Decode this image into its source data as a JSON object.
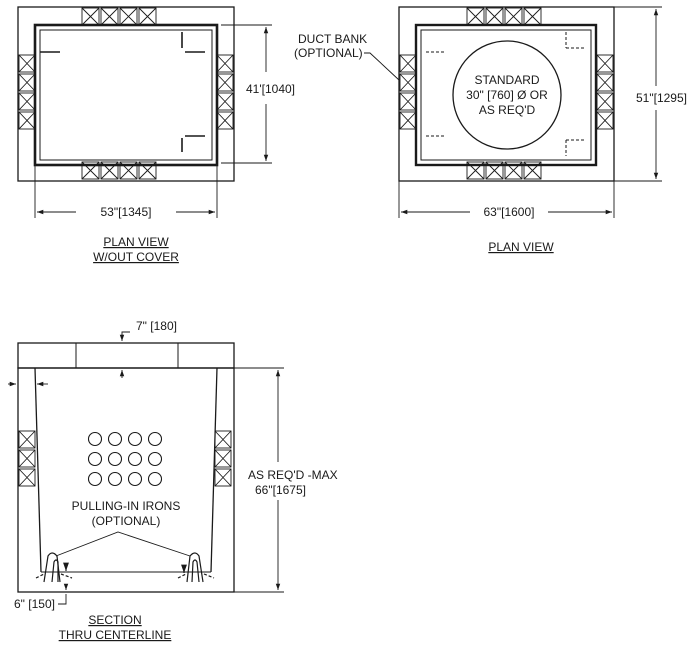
{
  "plan_without_cover": {
    "width_dim": "53\"[1345]",
    "height_dim": "41'[1040]",
    "caption_line1": "PLAN VIEW",
    "caption_line2": "W/OUT COVER"
  },
  "plan_view": {
    "duct_bank_line1": "DUCT BANK",
    "duct_bank_line2": "(OPTIONAL)",
    "cover_line1": "STANDARD",
    "cover_line2": "30\" [760] Ø OR",
    "cover_line3": "AS REQ'D",
    "width_dim": "63\"[1600]",
    "height_dim": "51\"[1295]",
    "caption": "PLAN VIEW"
  },
  "section": {
    "top_thickness": "7\" [180]",
    "depth_line1": "AS REQ'D -MAX",
    "depth_line2": "66\"[1675]",
    "irons_line1": "PULLING-IN IRONS",
    "irons_line2": "(OPTIONAL)",
    "base_thickness": "6\" [150]",
    "caption_line1": "SECTION",
    "caption_line2": "THRU CENTERLINE"
  }
}
